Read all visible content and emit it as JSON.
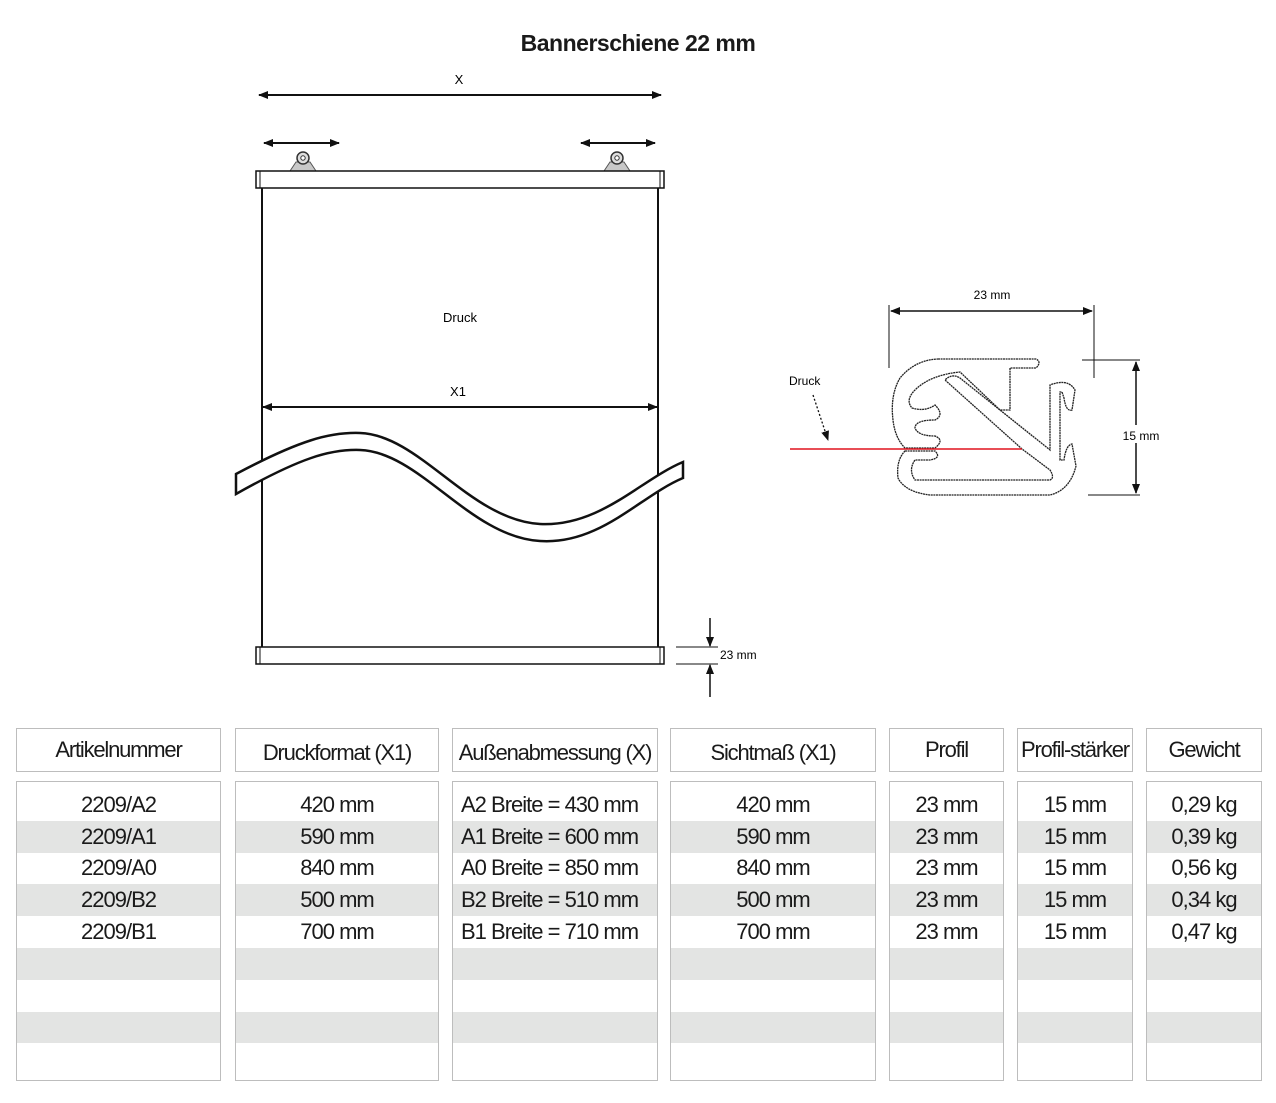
{
  "title": "Bannerschiene 22 mm",
  "drawing": {
    "x_label": "X",
    "x1_label": "X1",
    "print_label": "Druck",
    "rail_height_label": "23 mm",
    "profile_width_label": "23 mm",
    "profile_height_label": "15 mm",
    "profile_print_label": "Druck",
    "print_line_color": "#e0141e"
  },
  "table": {
    "columns": [
      {
        "header": "Artikelnummer",
        "cells": [
          "2209/A2",
          "2209/A1",
          "2209/A0",
          "2209/B2",
          "2209/B1"
        ]
      },
      {
        "header": "Druckformat (X1)",
        "cells": [
          "420 mm",
          "590 mm",
          "840 mm",
          "500 mm",
          "700 mm"
        ]
      },
      {
        "header": "Außenabmessung (X)",
        "cells": [
          "A2 Breite = 430 mm",
          "A1 Breite = 600 mm",
          "A0 Breite = 850 mm",
          "B2 Breite = 510 mm",
          "B1 Breite = 710 mm"
        ]
      },
      {
        "header": "Sichtmaß (X1)",
        "cells": [
          "420 mm",
          "590 mm",
          "840 mm",
          "500 mm",
          "700 mm"
        ]
      },
      {
        "header": "Profil",
        "cells": [
          "23 mm",
          "23 mm",
          "23 mm",
          "23 mm",
          "23 mm"
        ]
      },
      {
        "header": "Profil-stärker",
        "cells": [
          "15 mm",
          "15 mm",
          "15 mm",
          "15 mm",
          "15 mm"
        ]
      },
      {
        "header": "Gewicht",
        "cells": [
          "0,29 kg",
          "0,39 kg",
          "0,56 kg",
          "0,34 kg",
          "0,47 kg"
        ]
      }
    ],
    "row_stripe_color": "#e3e4e3"
  }
}
